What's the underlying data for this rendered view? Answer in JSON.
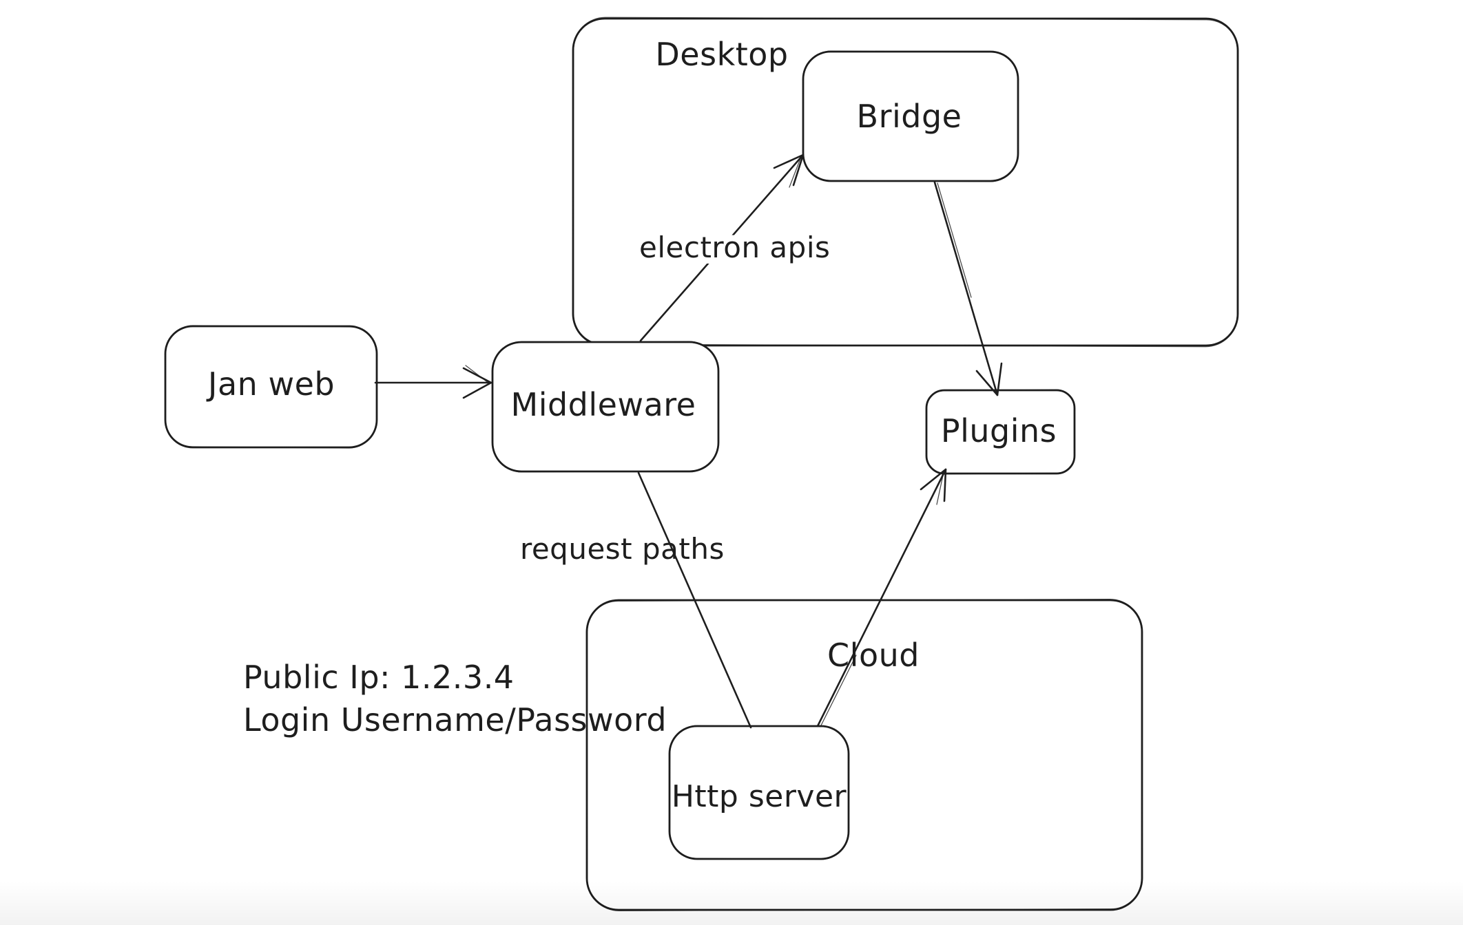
{
  "diagram": {
    "background": "#ffffff",
    "stroke_color": "#1e1e1e",
    "containers": [
      {
        "id": "desktop",
        "label": "Desktop"
      },
      {
        "id": "cloud",
        "label": "Cloud"
      }
    ],
    "nodes": [
      {
        "id": "jan-web",
        "label": "Jan web",
        "container": null
      },
      {
        "id": "middleware",
        "label": "Middleware",
        "container": null
      },
      {
        "id": "bridge",
        "label": "Bridge",
        "container": "desktop"
      },
      {
        "id": "plugins",
        "label": "Plugins",
        "container": null
      },
      {
        "id": "http-server",
        "label": "Http server",
        "container": "cloud"
      }
    ],
    "edges": [
      {
        "from": "jan-web",
        "to": "middleware",
        "label": "",
        "arrowhead": true
      },
      {
        "from": "middleware",
        "to": "bridge",
        "label": "electron apis",
        "arrowhead": true
      },
      {
        "from": "bridge",
        "to": "plugins",
        "label": "",
        "arrowhead": true
      },
      {
        "from": "middleware",
        "to": "http-server",
        "label": "request paths",
        "arrowhead": false
      },
      {
        "from": "http-server",
        "to": "plugins",
        "label": "",
        "arrowhead": true
      }
    ],
    "annotations": [
      {
        "text": "Public Ip: 1.2.3.4"
      },
      {
        "text": "Login Username/Password"
      }
    ]
  }
}
